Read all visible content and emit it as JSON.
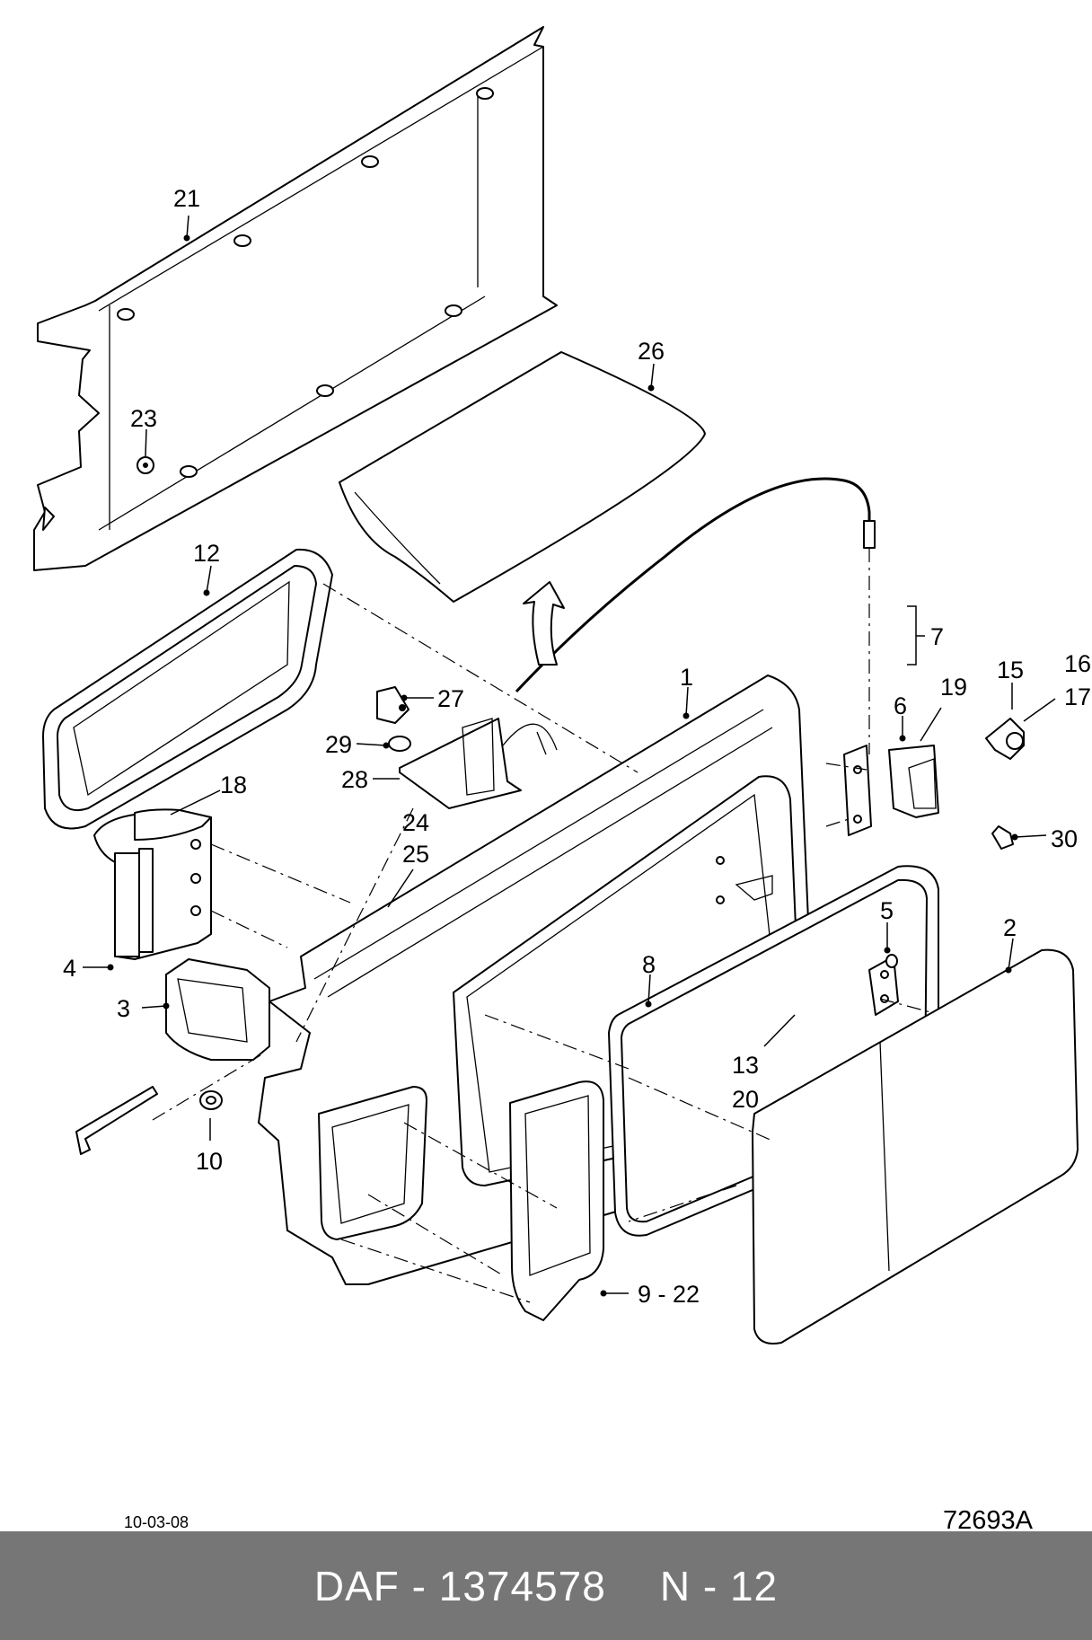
{
  "diagram": {
    "callouts": {
      "c1": "1",
      "c2": "2",
      "c3": "3",
      "c4": "4",
      "c5": "5",
      "c6": "6",
      "c7": "7",
      "c8": "8",
      "c9_22": "9 - 22",
      "c10": "10",
      "c12": "12",
      "c13": "13",
      "c15": "15",
      "c16": "16",
      "c17": "17",
      "c18": "18",
      "c19": "19",
      "c20": "20",
      "c21": "21",
      "c23": "23",
      "c24": "24",
      "c25": "25",
      "c26": "26",
      "c27": "27",
      "c28": "28",
      "c29": "29",
      "c30": "30"
    },
    "date": "10-03-08",
    "drawing_ref": "72693A"
  },
  "footer": {
    "part_number": "DAF - 1374578",
    "section": "N - 12"
  }
}
